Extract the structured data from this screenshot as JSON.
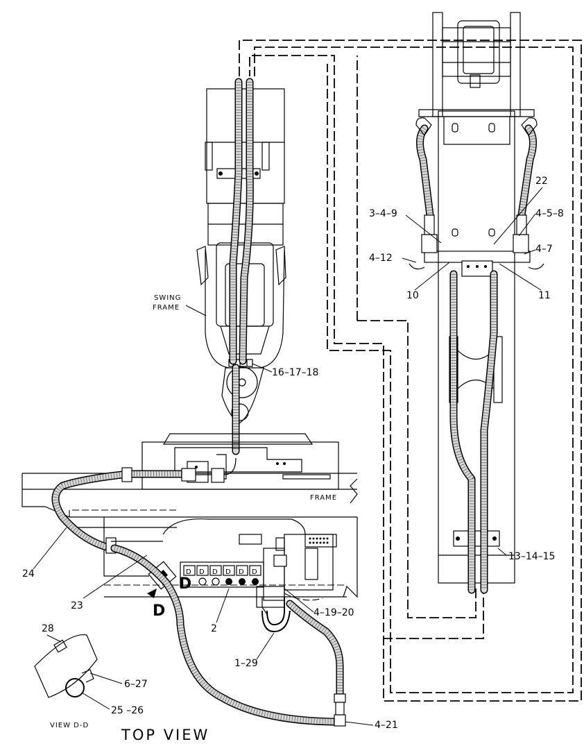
{
  "drawing": {
    "title": "TOP VIEW",
    "view_label": "VIEW D-D",
    "section_letter": "D",
    "component_labels": {
      "swing_frame_line1": "SWING",
      "swing_frame_line2": "FRAME",
      "frame": "FRAME"
    },
    "callouts": {
      "c_3_4_9": "3–4–9",
      "c_22": "22",
      "c_4_5_8": "4–5–8",
      "c_4_12": "4–12",
      "c_4_7": "4–7",
      "c_10": "10",
      "c_11": "11",
      "c_16_17_18": "16–17–18",
      "c_13_14_15": "13–14–15",
      "c_24": "24",
      "c_23": "23",
      "c_2": "2",
      "c_4_19_20": "4–19–20",
      "c_1_29": "1–29",
      "c_28": "28",
      "c_6_27": "6–27",
      "c_25_26": "25 –26",
      "c_4_21": "4–21"
    },
    "valve_marks": [
      "D",
      "D",
      "D",
      "D",
      "D",
      "D"
    ]
  }
}
